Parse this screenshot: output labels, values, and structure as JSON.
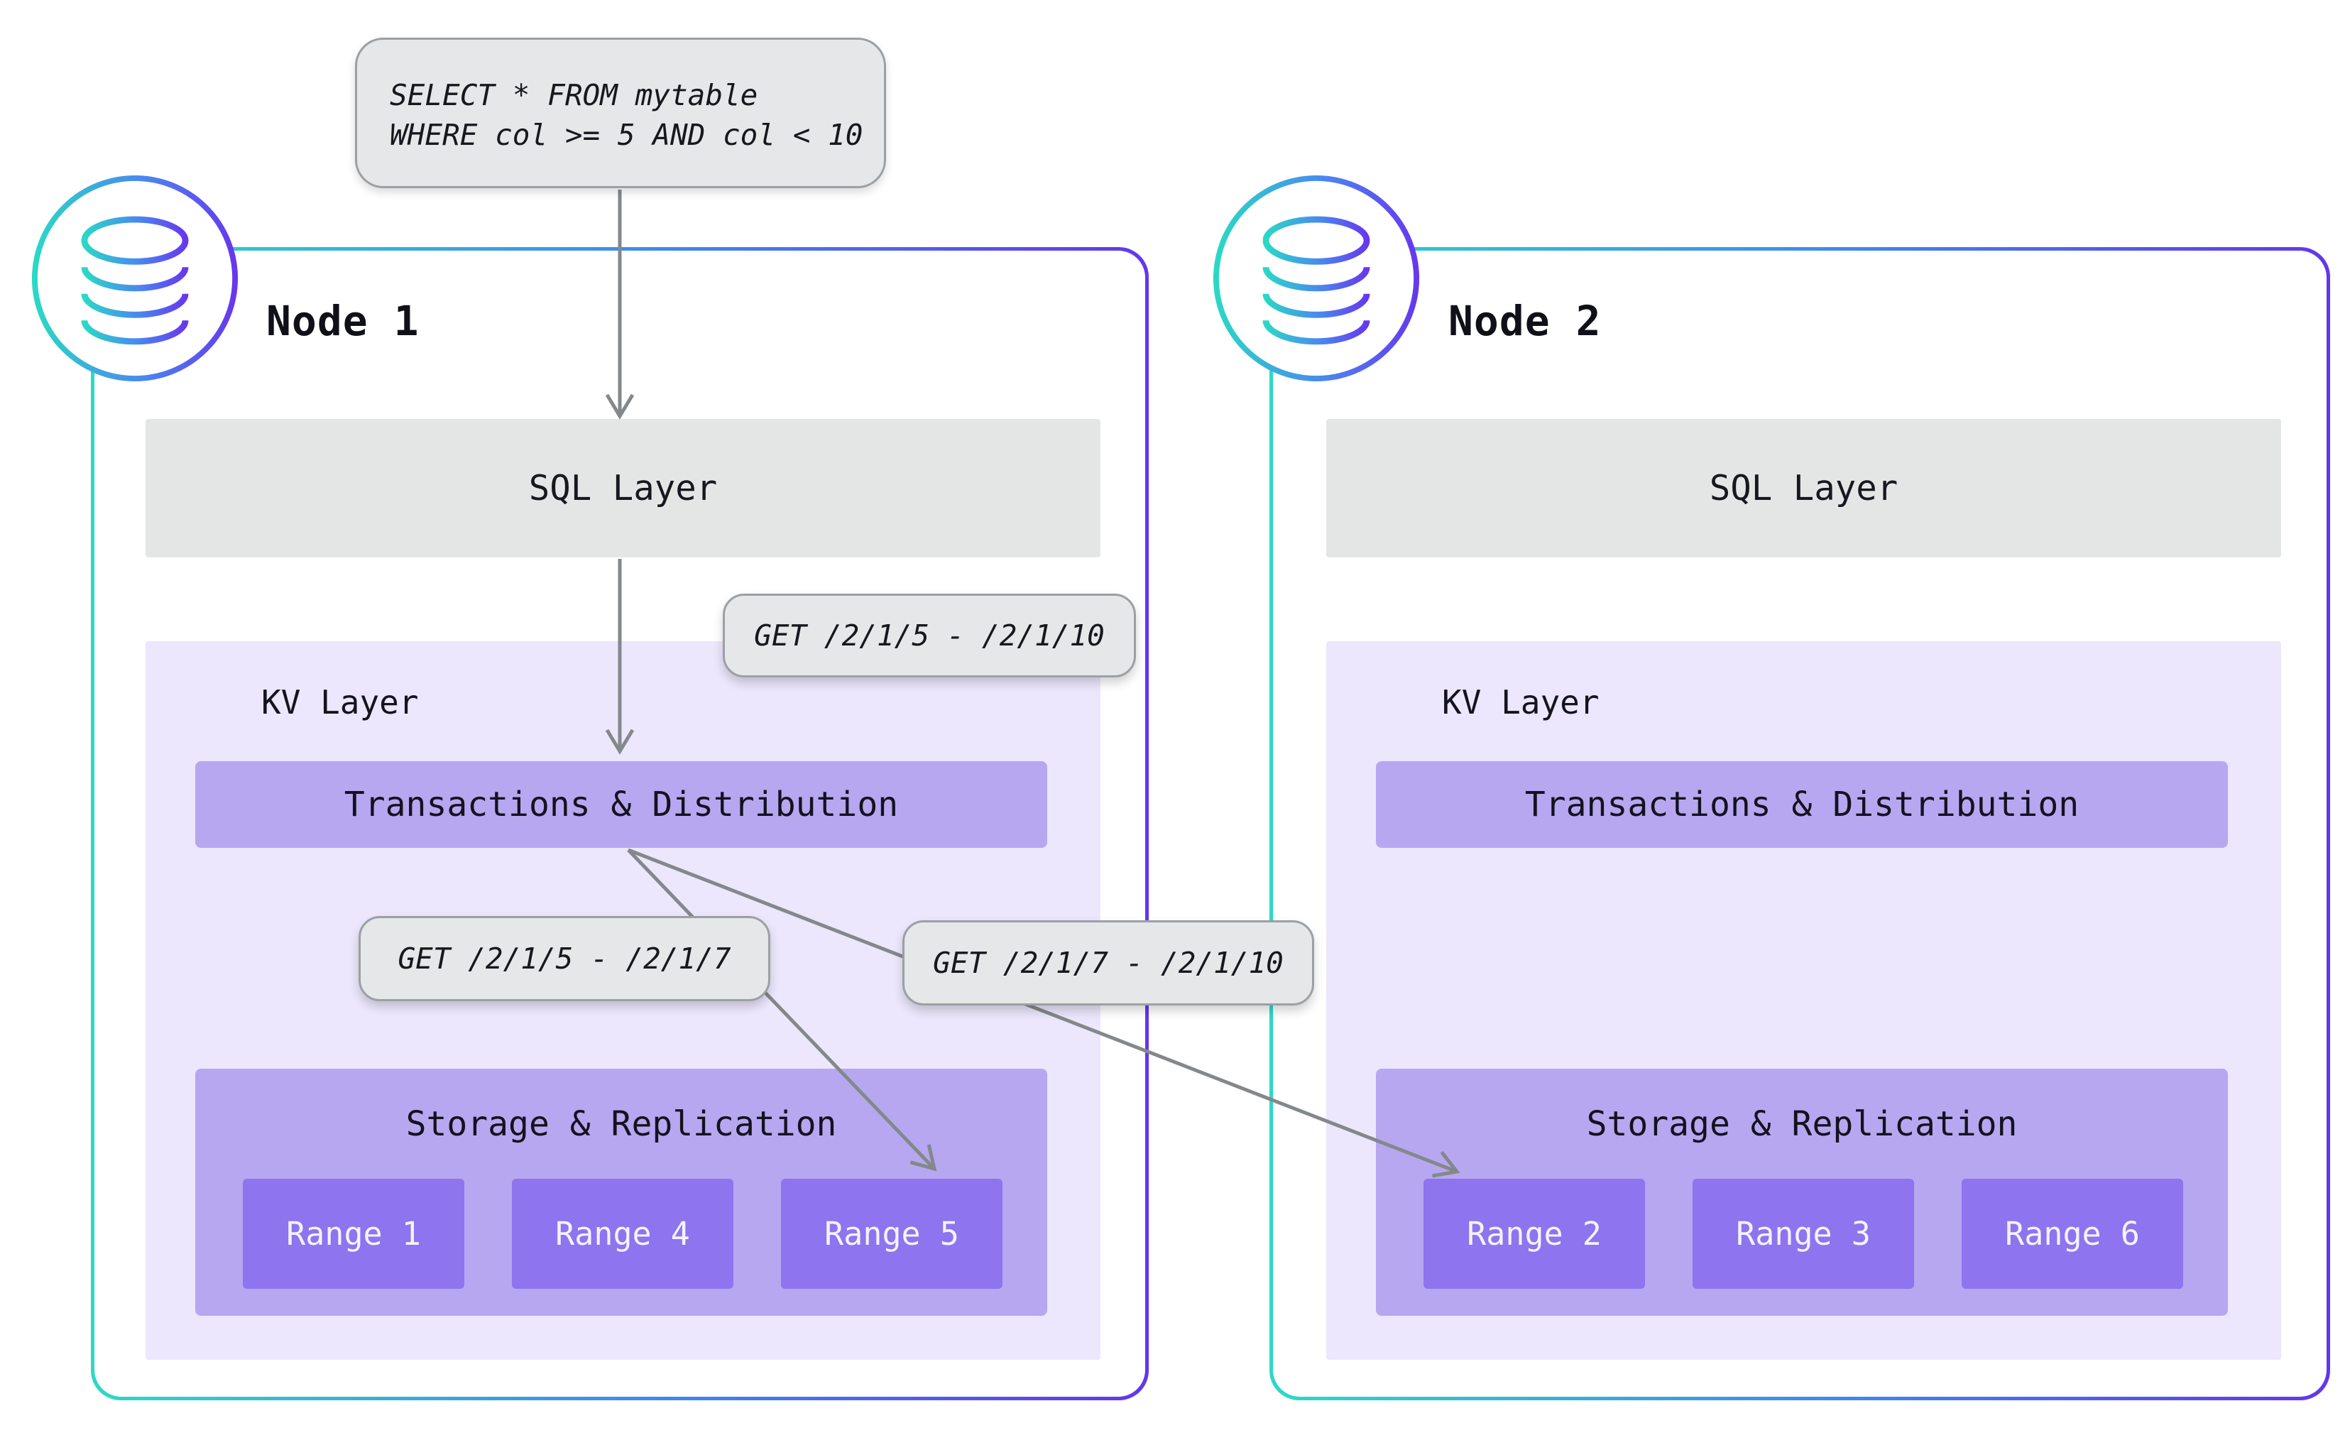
{
  "query_box": {
    "line1": "SELECT * FROM mytable",
    "line2": "WHERE col >= 5 AND col < 10"
  },
  "request_labels": {
    "full_range": "GET /2/1/5 - /2/1/10",
    "left_split": "GET /2/1/5 - /2/1/7",
    "right_split": "GET /2/1/7 - /2/1/10"
  },
  "nodes": [
    {
      "title": "Node 1",
      "sql_layer": "SQL Layer",
      "kv_layer": "KV Layer",
      "transactions": "Transactions & Distribution",
      "storage": "Storage & Replication",
      "ranges": [
        "Range 1",
        "Range 4",
        "Range 5"
      ]
    },
    {
      "title": "Node 2",
      "sql_layer": "SQL Layer",
      "kv_layer": "KV Layer",
      "transactions": "Transactions & Distribution",
      "storage": "Storage & Replication",
      "ranges": [
        "Range 2",
        "Range 3",
        "Range 6"
      ]
    }
  ],
  "icons": {
    "node_badge": "database-icon"
  },
  "colors": {
    "node_border_gradient_start": "#2dd9c6",
    "node_border_gradient_mid": "#3f87ef",
    "node_border_gradient_end": "#6336ec",
    "sql_layer_bg": "#e4e6e6",
    "kv_layer_bg": "#ece7fc",
    "purple_bar_bg": "#b7a7f0",
    "range_bg": "#8e74ee",
    "range_text": "#f5f2fc",
    "pill_bg": "#e6e7e8",
    "pill_border": "#9ba0a4",
    "arrow": "#84888b",
    "text_dark": "#17171f"
  }
}
